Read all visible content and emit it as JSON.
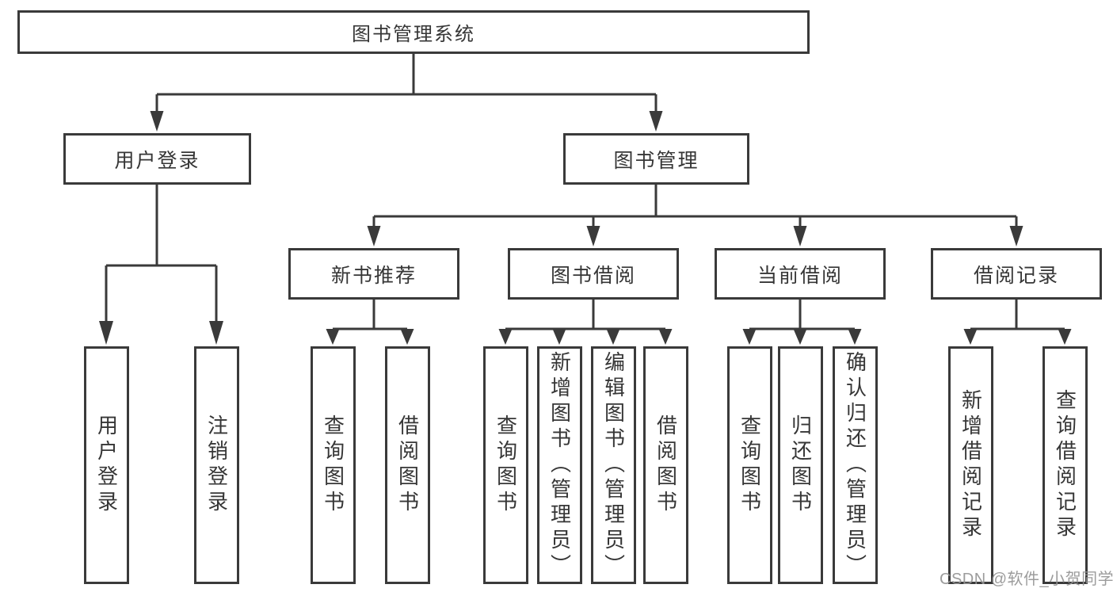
{
  "tree": {
    "root": "图书管理系统",
    "level2": [
      {
        "label": "用户登录",
        "children": [
          "用户登录",
          "注销登录"
        ]
      },
      {
        "label": "图书管理",
        "sections": [
          {
            "label": "新书推荐",
            "children": [
              "查询图书",
              "借阅图书"
            ]
          },
          {
            "label": "图书借阅",
            "children": [
              "查询图书",
              "新增图书（管理员）",
              "编辑图书（管理员）",
              "借阅图书"
            ]
          },
          {
            "label": "当前借阅",
            "children": [
              "查询图书",
              "归还图书",
              "确认归还（管理员）"
            ]
          },
          {
            "label": "借阅记录",
            "children": [
              "新增借阅记录",
              "查询借阅记录"
            ]
          }
        ]
      }
    ]
  },
  "watermark": "CSDN @软件_小贺同学",
  "colors": {
    "line": "#3a3a3a",
    "text": "#363636",
    "watermark": "#949494",
    "background": "#ffffff"
  }
}
